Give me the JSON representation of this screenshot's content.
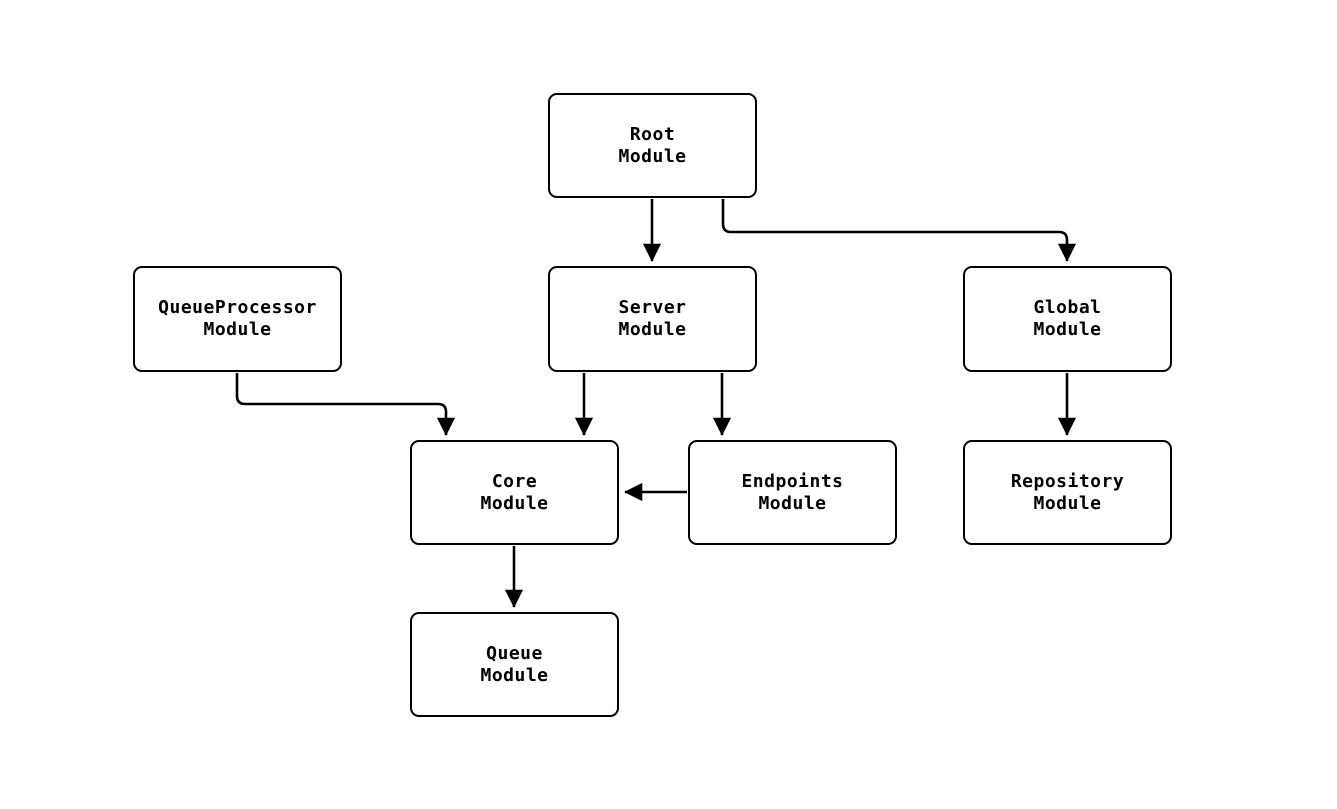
{
  "diagram": {
    "type": "module-dependency-graph",
    "background_color": "#ffffff",
    "stroke_color": "#000000",
    "nodes": {
      "root": {
        "label": "Root\nModule"
      },
      "queueprocessor": {
        "label": "QueueProcessor\nModule"
      },
      "server": {
        "label": "Server\nModule"
      },
      "global": {
        "label": "Global\nModule"
      },
      "core": {
        "label": "Core\nModule"
      },
      "endpoints": {
        "label": "Endpoints\nModule"
      },
      "repository": {
        "label": "Repository\nModule"
      },
      "queue": {
        "label": "Queue\nModule"
      }
    },
    "edges": [
      {
        "from": "Root Module",
        "to": "Server Module"
      },
      {
        "from": "Root Module",
        "to": "Global Module"
      },
      {
        "from": "QueueProcessor Module",
        "to": "Core Module"
      },
      {
        "from": "Server Module",
        "to": "Core Module"
      },
      {
        "from": "Server Module",
        "to": "Endpoints Module"
      },
      {
        "from": "Endpoints Module",
        "to": "Core Module"
      },
      {
        "from": "Global Module",
        "to": "Repository Module"
      },
      {
        "from": "Core Module",
        "to": "Queue Module"
      }
    ]
  }
}
